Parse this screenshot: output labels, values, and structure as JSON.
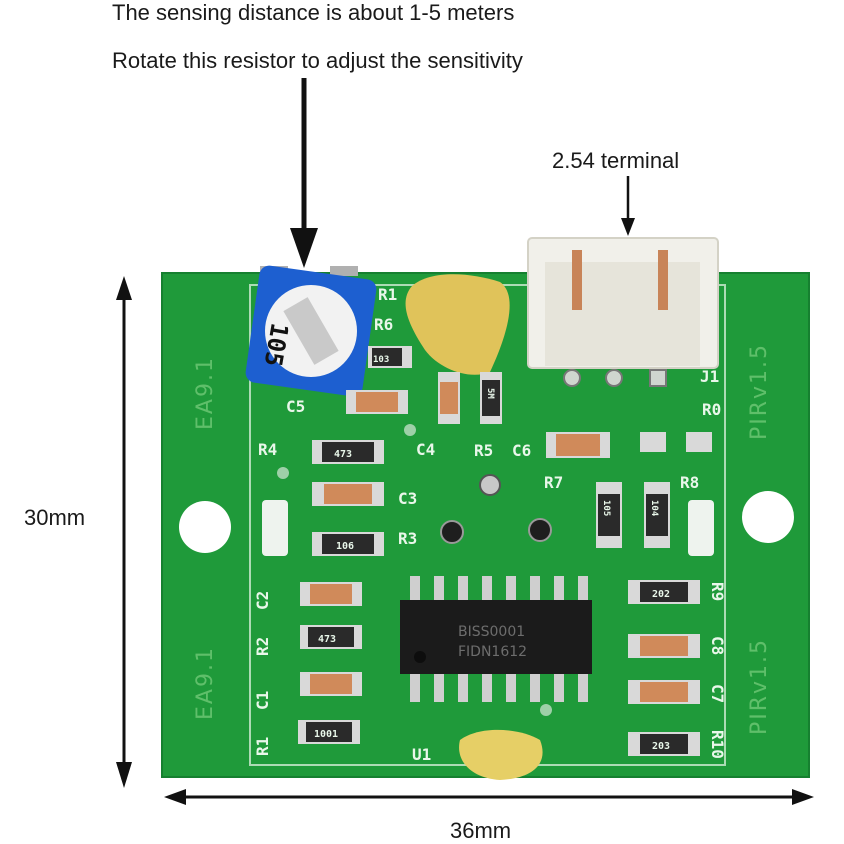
{
  "annotations": {
    "sensing_distance": "The sensing distance is about 1-5 meters",
    "resistor_note": "Rotate this resistor to adjust the sensitivity",
    "terminal": "2.54 terminal",
    "height": "30mm",
    "width": "36mm"
  },
  "board": {
    "left_marking_top": "EA9.1",
    "left_marking_bottom": "EA9.1",
    "right_marking_top": "PIRv1.5",
    "right_marking_bottom": "PIRv1.5",
    "chip_line1": "BISS0001",
    "chip_line2": "FIDN1612",
    "pot_code": "105",
    "labels": {
      "R1": "R1",
      "R6": "R6",
      "C5": "C5",
      "R4": "R4",
      "C4": "C4",
      "R5": "R5",
      "C6": "C6",
      "R7": "R7",
      "R0": "R0",
      "R8": "R8",
      "C3": "C3",
      "R3": "R3",
      "C2": "C2",
      "R2": "R2",
      "C1": "C1",
      "R1b": "R1",
      "U1": "U1",
      "R9": "R9",
      "C8": "C8",
      "C7": "C7",
      "R10": "R10",
      "J1": "J1"
    },
    "resistor_codes": {
      "r473a": "473",
      "r106": "106",
      "r473b": "473",
      "r1001": "1001",
      "r202": "202",
      "r203": "203",
      "r105": "105",
      "r104": "104",
      "r103": "103",
      "r5m": "5M"
    },
    "colors": {
      "pcb": "#1f9a3a",
      "silkscreen": "#ecf8ec",
      "terminal": "#f1f0ea",
      "pot": "#1d5fd0"
    }
  }
}
